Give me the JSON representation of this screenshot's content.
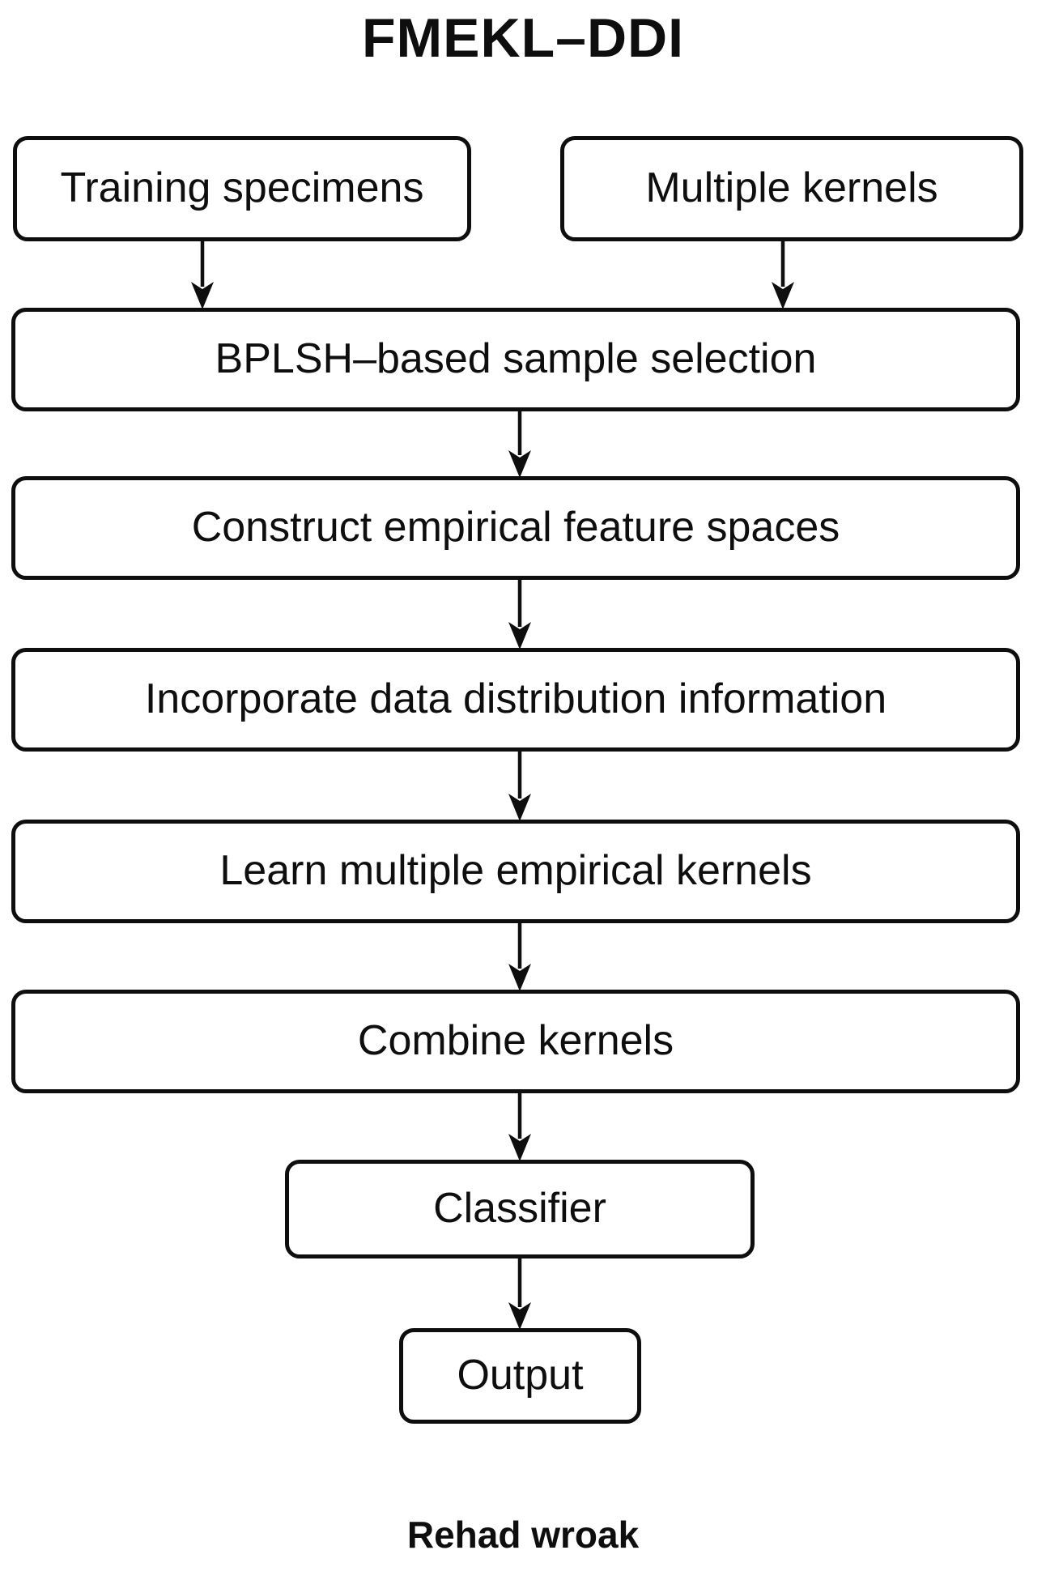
{
  "title": "FMEKL–DDI",
  "nodes": {
    "training": {
      "label": "Training specimens"
    },
    "kernels": {
      "label": "Multiple kernels"
    },
    "bplsh": {
      "label": "BPLSH–based sample selection"
    },
    "construct": {
      "label": "Construct empirical feature spaces"
    },
    "incorporate": {
      "label": "Incorporate data distribution information"
    },
    "learn": {
      "label": "Learn multiple empirical kernels"
    },
    "combine": {
      "label": "Combine kernels"
    },
    "classifier": {
      "label": "Classifier"
    },
    "output": {
      "label": "Output"
    }
  },
  "edges": [
    {
      "from": "Training specimens",
      "to": "BPLSH–based sample selection"
    },
    {
      "from": "Multiple kernels",
      "to": "BPLSH–based sample selection"
    },
    {
      "from": "BPLSH–based sample selection",
      "to": "Construct empirical feature spaces"
    },
    {
      "from": "Construct empirical feature spaces",
      "to": "Incorporate data distribution information"
    },
    {
      "from": "Incorporate data distribution information",
      "to": "Learn multiple empirical kernels"
    },
    {
      "from": "Learn multiple empirical kernels",
      "to": "Combine kernels"
    },
    {
      "from": "Combine kernels",
      "to": "Classifier"
    },
    {
      "from": "Classifier",
      "to": "Output"
    }
  ],
  "caption": "Rehad wroak",
  "colors": {
    "ink": "#0e0e0e",
    "background": "#ffffff"
  }
}
